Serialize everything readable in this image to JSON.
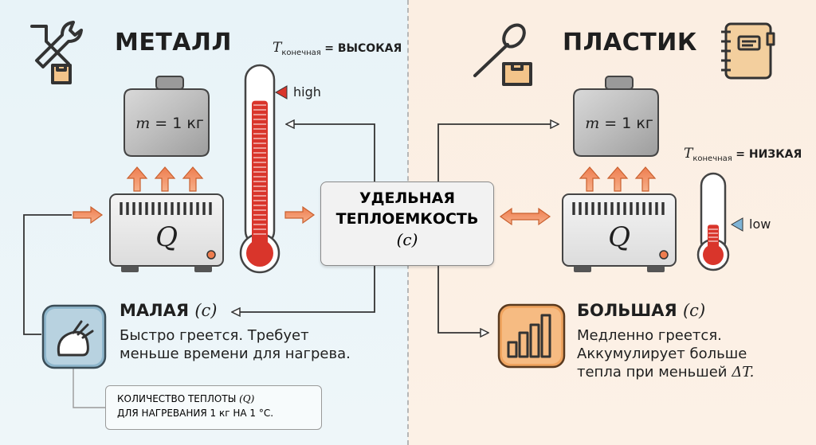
{
  "left": {
    "title": "МЕТАЛЛ",
    "tfinal_sub": "конечная",
    "tfinal_value": "= ВЫСОКАЯ",
    "thermo_label": "high",
    "mass_var": "m",
    "mass_value": "= 1 кг",
    "heat_label": "Q",
    "result_title": "МАЛАЯ",
    "result_body_line1": "Быстро греется. Требует",
    "result_body_line2": "меньше времени для нагрева."
  },
  "right": {
    "title": "ПЛАСТИК",
    "tfinal_sub": "конечная",
    "tfinal_value": "= НИЗКАЯ",
    "thermo_label": "low",
    "mass_var": "m",
    "mass_value": "= 1 кг",
    "heat_label": "Q",
    "result_title": "БОЛЬШАЯ",
    "result_body_line1": "Медленно греется.",
    "result_body_line2": "Аккумулирует больше",
    "result_body_line3": "тепла при меньшей",
    "result_body_delta": "ΔT."
  },
  "center": {
    "line1": "УДЕЛЬНАЯ",
    "line2": "ТЕПЛОЕМКОСТЬ",
    "symbol": "(c)"
  },
  "symbols": {
    "t": "T",
    "c": "(c)"
  },
  "definition": {
    "line1_prefix": "КОЛИЧЕСТВО ТЕПЛОТЫ",
    "line1_symbol": "(Q)",
    "line2": "ДЛЯ НАГРЕВАНИЯ 1 кг НА 1 °С."
  },
  "colors": {
    "left_bg": "#e8f3f8",
    "right_bg": "#fbeee2",
    "heat_arrow": "#f08a5d",
    "mercury": "#d9352b",
    "low_marker": "#7fb4d6",
    "icon_orange": "#f3c48a"
  },
  "levels": {
    "thermo_high": 0.85,
    "thermo_low": 0.32
  },
  "icons": {
    "left_tools": "wrench-screwdriver-icon",
    "right_tools": "spoon-icon",
    "right_notebook": "notebook-icon",
    "left_result": "heat-drop-icon",
    "right_result": "bar-growth-icon"
  }
}
